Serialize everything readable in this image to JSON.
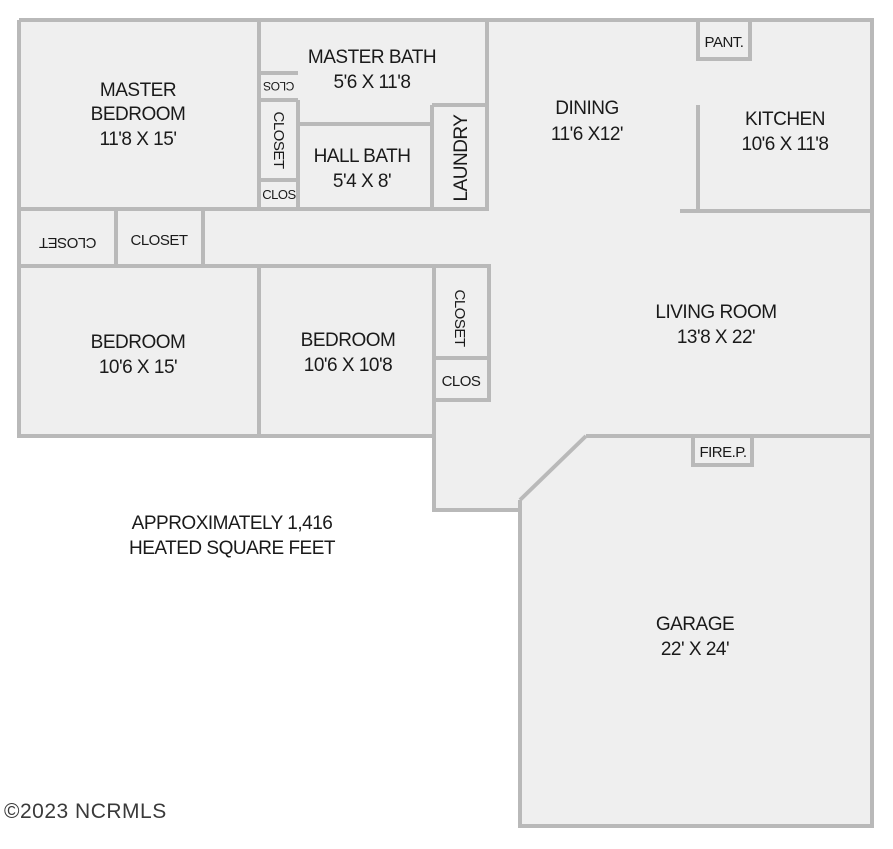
{
  "rooms": {
    "master_bedroom": {
      "name_line1": "MASTER",
      "name_line2": "BEDROOM",
      "size": "11'8 X 15'"
    },
    "master_bath": {
      "name": "MASTER BATH",
      "size": "5'6 X 11'8"
    },
    "dining": {
      "name": "DINING",
      "size": "11'6 X12'"
    },
    "kitchen": {
      "name": "KITCHEN",
      "size": "10'6 X 11'8"
    },
    "hall_bath": {
      "name": "HALL BATH",
      "size": "5'4 X 8'"
    },
    "laundry": {
      "name": "LAUNDRY"
    },
    "pantry": {
      "name": "PANT."
    },
    "bedroom_1": {
      "name": "BEDROOM",
      "size": "10'6 X 15'"
    },
    "bedroom_2": {
      "name": "BEDROOM",
      "size": "10'6 X 10'8"
    },
    "living_room": {
      "name": "LIVING ROOM",
      "size": "13'8 X 22'"
    },
    "fireplace": {
      "name": "FIRE.P."
    },
    "garage": {
      "name": "GARAGE",
      "size": "22' X 24'"
    },
    "closets": {
      "hall_left": "CLOSET",
      "hall_right": "CLOSET",
      "master_vertical": "CLOSET",
      "master_top": "CLOS",
      "master_bottom": "CLOS",
      "bedroom2_vertical": "CLOSET",
      "bedroom2_small": "CLOS"
    }
  },
  "notes": {
    "area_line1": "APPROXIMATELY 1,416",
    "area_line2": "HEATED SQUARE FEET"
  },
  "copyright": "©2023 NCRMLS"
}
